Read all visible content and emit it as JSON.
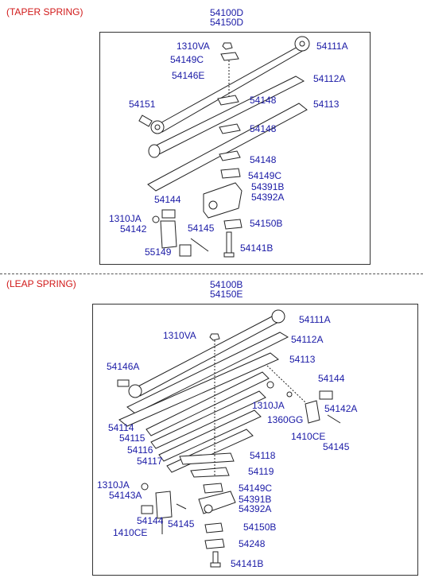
{
  "sections": {
    "taper": {
      "title": "(TAPER SPRING)",
      "assembly": [
        "54100D",
        "54150D"
      ],
      "parts": {
        "p1310VA": "1310VA",
        "p54111A": "54111A",
        "p54149C": "54149C",
        "p54146E": "54146E",
        "p54112A": "54112A",
        "p54151": "54151",
        "p54148a": "54148",
        "p54113": "54113",
        "p54148b": "54148",
        "p54148c": "54148",
        "p54149C2": "54149C",
        "p54391B": "54391B",
        "p54392A": "54392A",
        "p54144": "54144",
        "p1310JA": "1310JA",
        "p54142": "54142",
        "p54150B": "54150B",
        "p54145": "54145",
        "p55149": "55149",
        "p54141B": "54141B"
      }
    },
    "leap": {
      "title": "(LEAP SPRING)",
      "assembly": [
        "54100B",
        "54150E"
      ],
      "parts": {
        "p54111A": "54111A",
        "p1310VA": "1310VA",
        "p54112A": "54112A",
        "p54146A": "54146A",
        "p54113": "54113",
        "p54144": "54144",
        "p1310JA": "1310JA",
        "p54142A": "54142A",
        "p1360GG": "1360GG",
        "p54114": "54114",
        "p1410CE": "1410CE",
        "p54115": "54115",
        "p54145": "54145",
        "p54116": "54116",
        "p54118": "54118",
        "p54117": "54117",
        "p54119": "54119",
        "p1310JA2": "1310JA",
        "p54149C": "54149C",
        "p54143A": "54143A",
        "p54391B": "54391B",
        "p54392A": "54392A",
        "p54144b": "54144",
        "p54145b": "54145",
        "p1410CE2": "1410CE",
        "p54150B": "54150B",
        "p54248": "54248",
        "p54141B": "54141B"
      }
    }
  }
}
